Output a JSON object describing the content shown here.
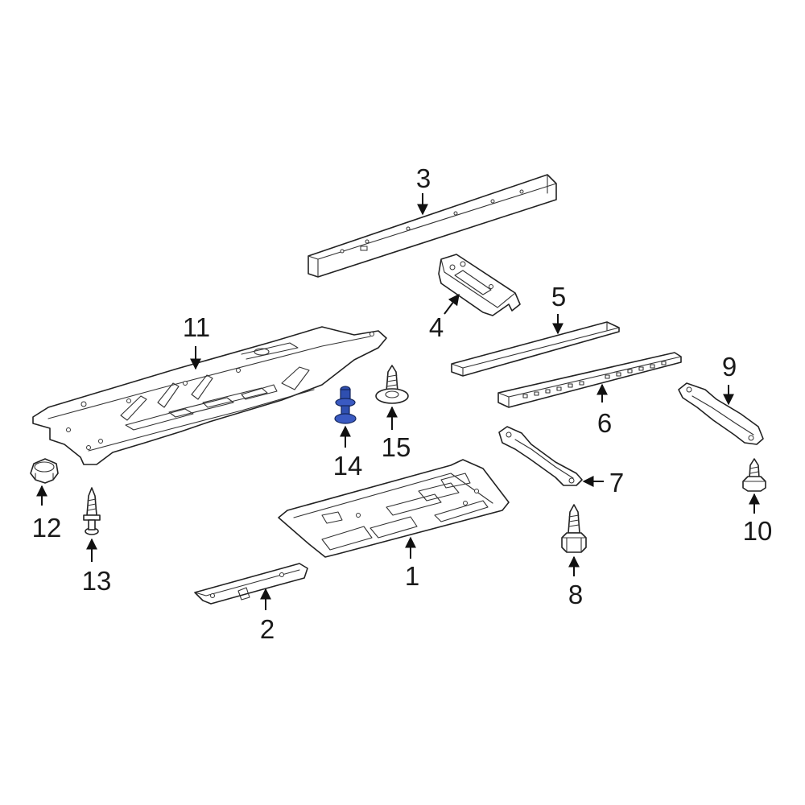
{
  "diagram": {
    "highlight_color": "#2f4fb0",
    "parts": [
      {
        "id": "floor-pan",
        "label": "1"
      },
      {
        "id": "rear-brace",
        "label": "2"
      },
      {
        "id": "rocker-reinforcement",
        "label": "3"
      },
      {
        "id": "jack-bracket",
        "label": "4"
      },
      {
        "id": "inner-rail",
        "label": "5"
      },
      {
        "id": "side-sill",
        "label": "6"
      },
      {
        "id": "front-crossmember-brace",
        "label": "7"
      },
      {
        "id": "flange-bolt",
        "label": "8"
      },
      {
        "id": "rear-crossmember-brace",
        "label": "9"
      },
      {
        "id": "stud-bolt",
        "label": "10"
      },
      {
        "id": "under-cover",
        "label": "11"
      },
      {
        "id": "flange-nut",
        "label": "12"
      },
      {
        "id": "screw-grommet",
        "label": "13"
      },
      {
        "id": "push-retainer",
        "label": "14",
        "highlighted": true
      },
      {
        "id": "washer-screw",
        "label": "15"
      }
    ]
  }
}
